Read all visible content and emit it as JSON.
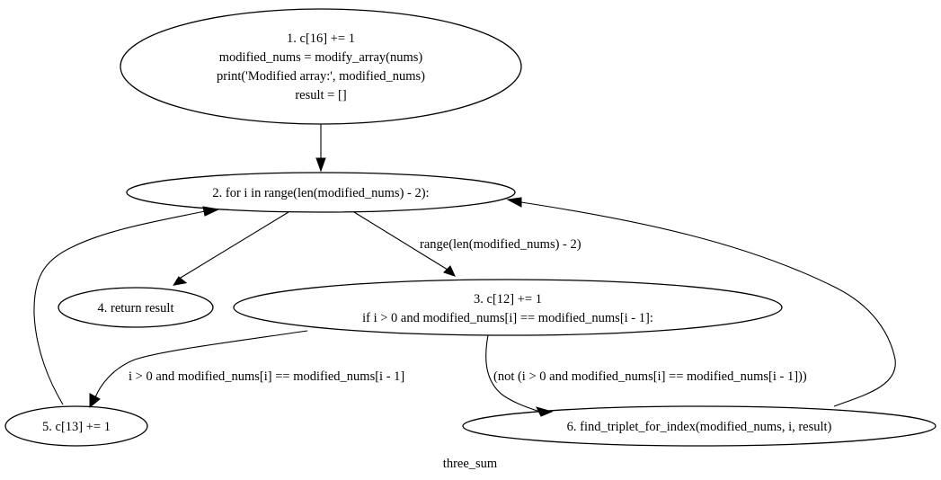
{
  "graph": {
    "title": "three_sum",
    "nodes": {
      "n1": {
        "lines": [
          "1. c[16] += 1",
          "modified_nums = modify_array(nums)",
          "print('Modified array:', modified_nums)",
          "result = []"
        ]
      },
      "n2": {
        "lines": [
          "2. for i in range(len(modified_nums) - 2):"
        ]
      },
      "n3": {
        "lines": [
          "3. c[12] += 1",
          "if i > 0 and modified_nums[i] == modified_nums[i - 1]:"
        ]
      },
      "n4": {
        "lines": [
          "4. return result"
        ]
      },
      "n5": {
        "lines": [
          "5. c[13] += 1"
        ]
      },
      "n6": {
        "lines": [
          "6. find_triplet_for_index(modified_nums, i, result)"
        ]
      }
    },
    "edges": [
      {
        "from": "n1",
        "to": "n2",
        "label": ""
      },
      {
        "from": "n2",
        "to": "n4",
        "label": ""
      },
      {
        "from": "n2",
        "to": "n3",
        "label": "range(len(modified_nums) - 2)"
      },
      {
        "from": "n3",
        "to": "n5",
        "label": "i > 0 and modified_nums[i] == modified_nums[i - 1]"
      },
      {
        "from": "n3",
        "to": "n6",
        "label": "(not (i > 0 and modified_nums[i] == modified_nums[i - 1]))"
      },
      {
        "from": "n5",
        "to": "n2",
        "label": ""
      },
      {
        "from": "n6",
        "to": "n2",
        "label": ""
      }
    ]
  }
}
